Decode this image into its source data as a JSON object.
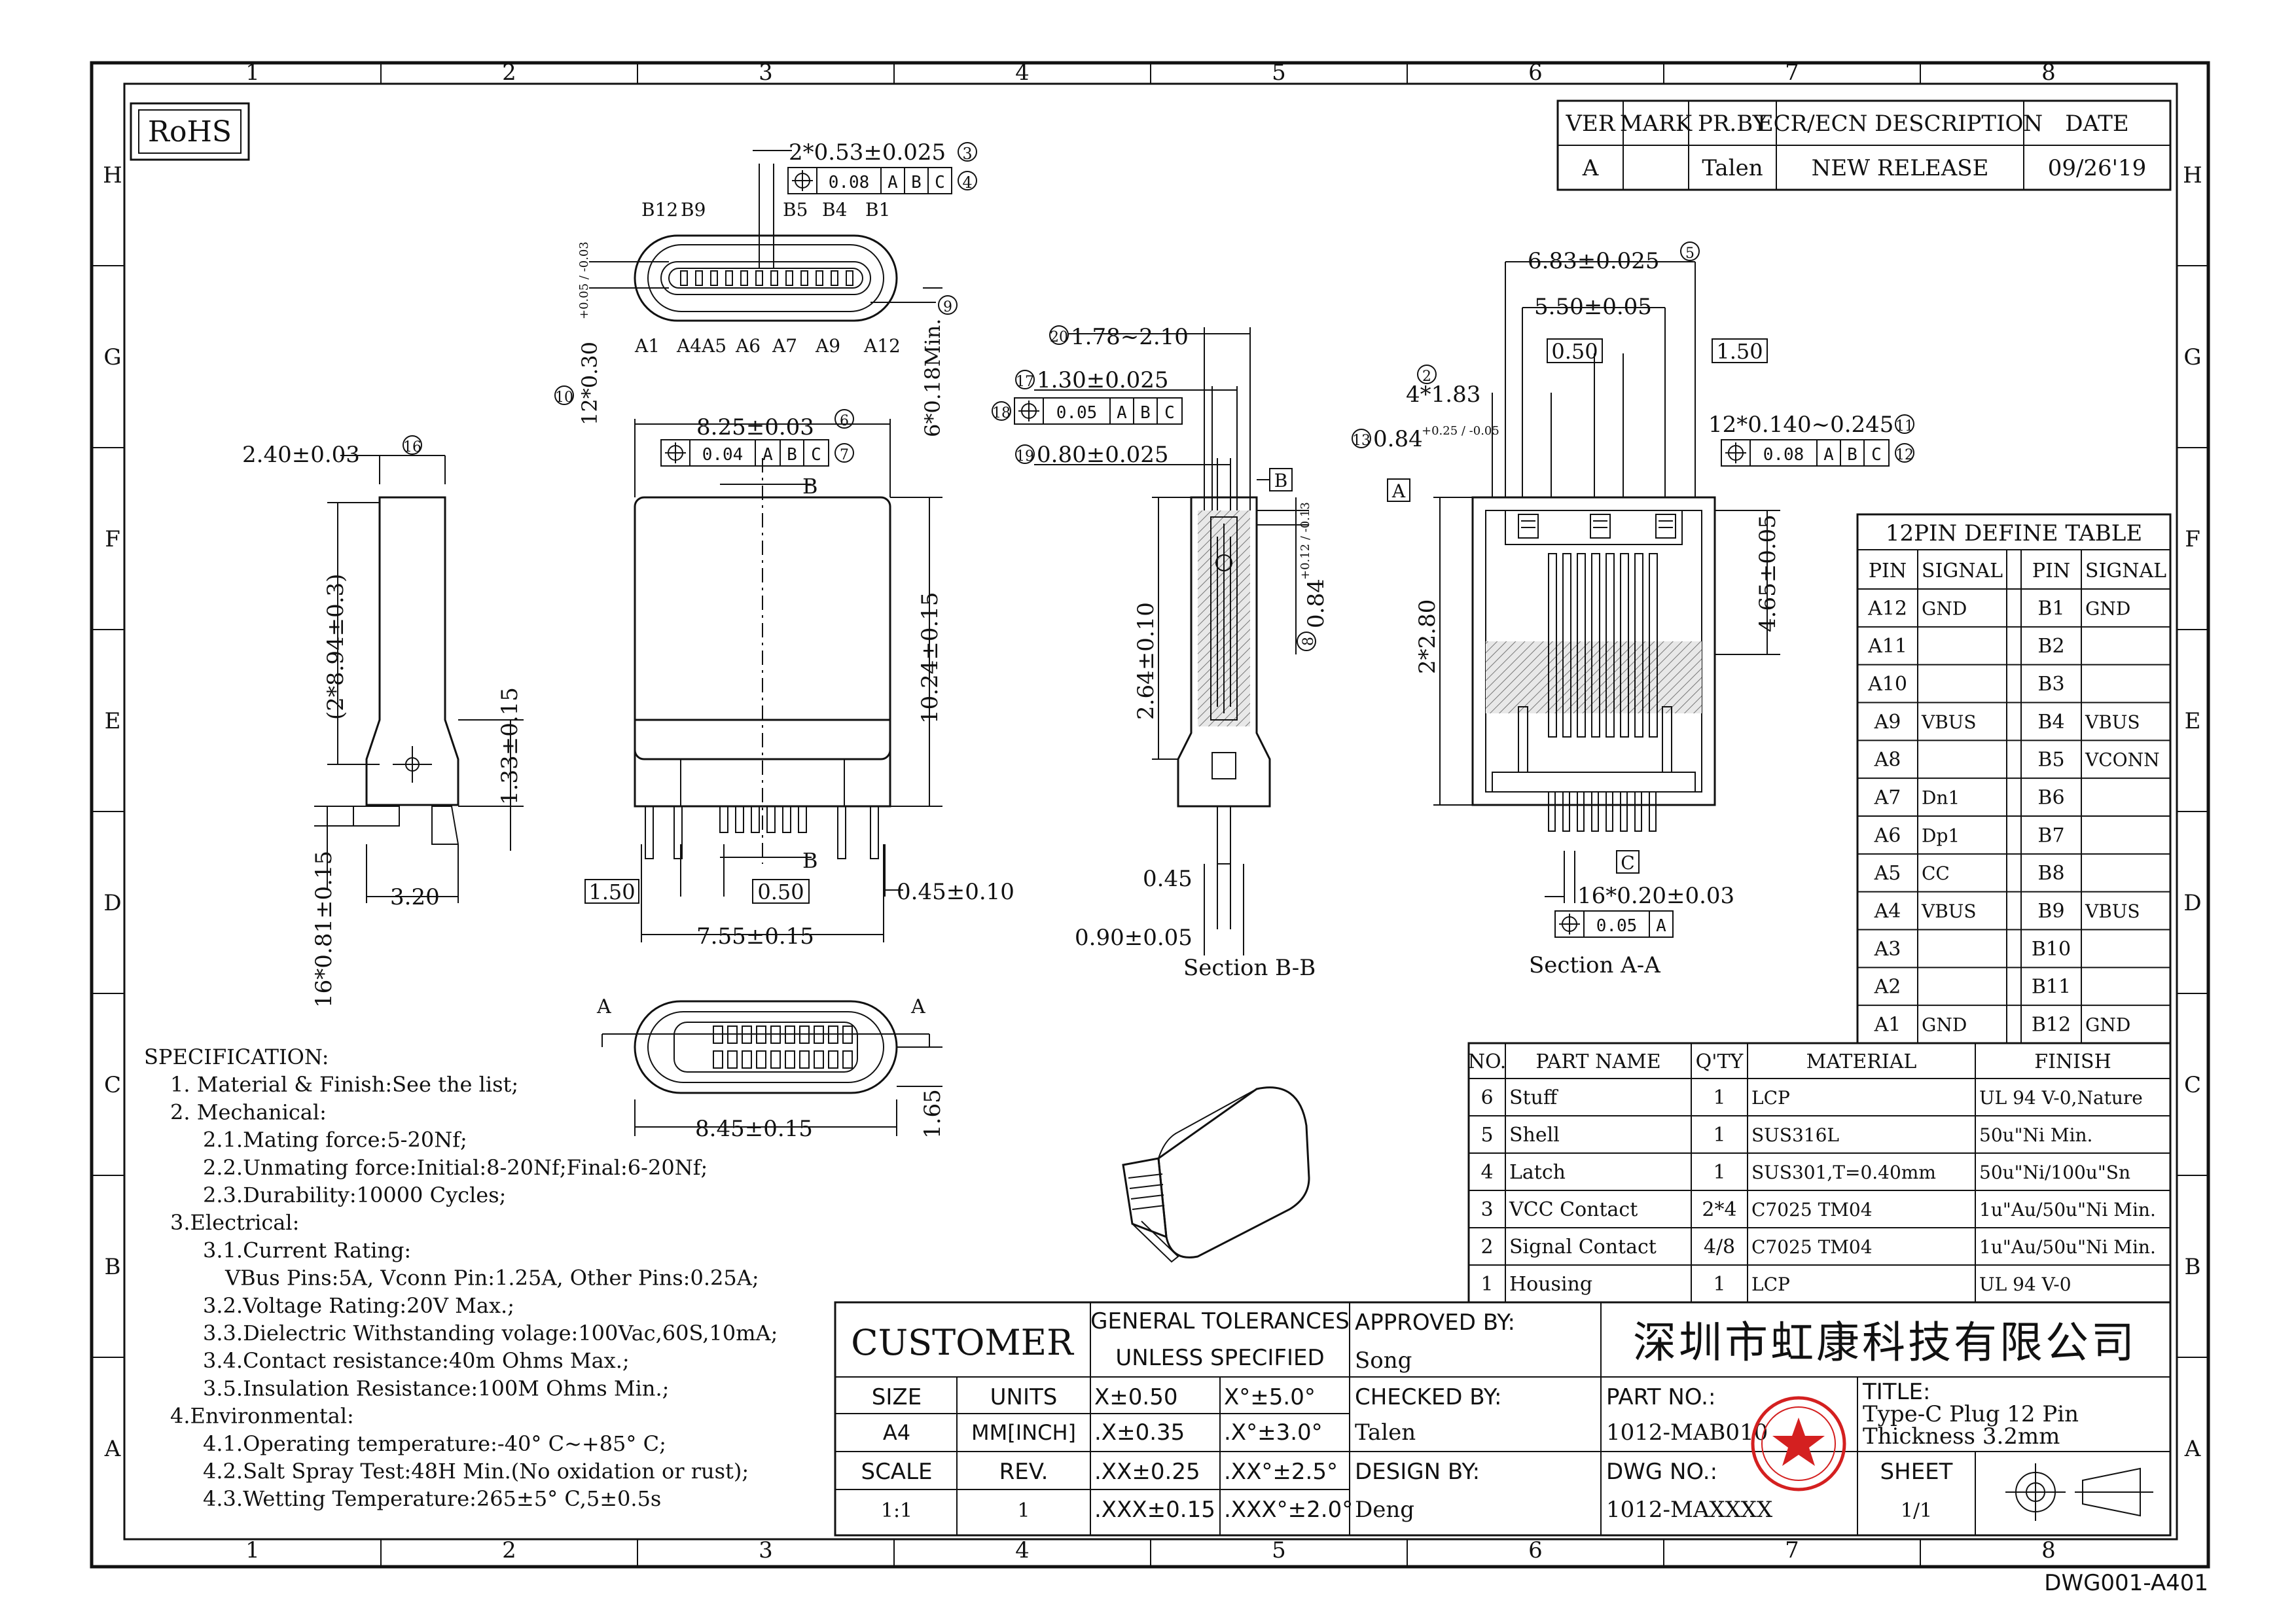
{
  "rohs": "RoHS",
  "zone_cols": [
    "1",
    "2",
    "3",
    "4",
    "5",
    "6",
    "7",
    "8"
  ],
  "zone_rows": [
    "H",
    "G",
    "F",
    "E",
    "D",
    "C",
    "B",
    "A"
  ],
  "revision": {
    "headers": [
      "VER",
      "MARK",
      "PR.BY",
      "ECR/ECN DESCRIPTION",
      "DATE"
    ],
    "row": [
      "A",
      "",
      "Talen",
      "NEW RELEASE",
      "09/26'19"
    ]
  },
  "dims": {
    "d1": "2*0.53±0.025",
    "d1_tag": "3",
    "fcf1": [
      "0.08",
      "A",
      "B",
      "C"
    ],
    "fcf1_tag": "4",
    "pins_top_b": [
      "B12",
      "B9",
      "B5",
      "B4",
      "B1"
    ],
    "pins_top_a": [
      "A1",
      "A4",
      "A5",
      "A6",
      "A7",
      "A9",
      "A12"
    ],
    "d10": "12*0.30",
    "d10_tol": "+0.05 / -0.03",
    "d10_tag": "10",
    "d9": "6*0.18Min.",
    "d9_tag": "9",
    "d6": "8.25±0.03",
    "d6_tag": "6",
    "fcf7": [
      "0.04",
      "A",
      "B",
      "C"
    ],
    "fcf7_tag": "7",
    "label_b": "B",
    "d10_24": "10.24±0.15",
    "d1_50": "1.50",
    "d0_50": "0.50",
    "d0_45": "0.45±0.10",
    "d7_55": "7.55±0.15",
    "d16": "2.40±0.03",
    "d16_tag": "16",
    "d2_894": "(2*8.94±0.3)",
    "d1_33": "1.33±0.15",
    "d3_20": "3.20",
    "d16_081": "16*0.81±0.15",
    "d20": "1.78~2.10",
    "d20_tag": "20",
    "d17": "1.30±0.025",
    "d17_tag": "17",
    "fcf18": [
      "0.05",
      "A",
      "B",
      "C"
    ],
    "fcf18_tag": "18",
    "d19": "0.80±0.025",
    "d19_tag": "19",
    "d2_64": "2.64±0.10",
    "d8": "0.84",
    "d8_tol": "+0.12 / -0.13",
    "d8_tag": "8",
    "d0_45b": "0.45",
    "d0_90": "0.90±0.05",
    "sec_bb": "Section B-B",
    "d5": "6.83±0.025",
    "d5_tag": "5",
    "d5_50": "5.50±0.05",
    "d0_50b": "0.50",
    "d1_50b": "1.50",
    "d2": "4*1.83",
    "d2_tag": "2",
    "d13": "0.84",
    "d13_tol": "+0.25 / -0.05",
    "d13_tag": "13",
    "d11": "12*0.140~0.245",
    "d11_tag": "11",
    "fcf12": [
      "0.08",
      "A",
      "B",
      "C"
    ],
    "fcf12_tag": "12",
    "datum_a": "A",
    "d2_80": "2*2.80",
    "d4_65": "4.65±0.05",
    "datum_c": "C",
    "d16_020": "16*0.20±0.03",
    "fcf_c": [
      "0.05",
      "A"
    ],
    "sec_aa": "Section A-A",
    "d8_45": "8.45±0.15",
    "d1_65": "1.65",
    "label_a": "A"
  },
  "pin_table": {
    "title": "12PIN DEFINE TABLE",
    "headers": [
      "PIN",
      "SIGNAL",
      "PIN",
      "SIGNAL"
    ],
    "rows": [
      [
        "A12",
        "GND",
        "B1",
        "GND"
      ],
      [
        "A11",
        "",
        "B2",
        ""
      ],
      [
        "A10",
        "",
        "B3",
        ""
      ],
      [
        "A9",
        "VBUS",
        "B4",
        "VBUS"
      ],
      [
        "A8",
        "",
        "B5",
        "VCONN"
      ],
      [
        "A7",
        "Dn1",
        "B6",
        ""
      ],
      [
        "A6",
        "Dp1",
        "B7",
        ""
      ],
      [
        "A5",
        "CC",
        "B8",
        ""
      ],
      [
        "A4",
        "VBUS",
        "B9",
        "VBUS"
      ],
      [
        "A3",
        "",
        "B10",
        ""
      ],
      [
        "A2",
        "",
        "B11",
        ""
      ],
      [
        "A1",
        "GND",
        "B12",
        "GND"
      ]
    ]
  },
  "parts": {
    "headers": [
      "NO.",
      "PART NAME",
      "Q'TY",
      "MATERIAL",
      "FINISH"
    ],
    "rows": [
      [
        "6",
        "Stuff",
        "1",
        "LCP",
        "UL 94 V-0,Nature"
      ],
      [
        "5",
        "Shell",
        "1",
        "SUS316L",
        "50u\"Ni Min."
      ],
      [
        "4",
        "Latch",
        "1",
        "SUS301,T=0.40mm",
        "50u\"Ni/100u\"Sn"
      ],
      [
        "3",
        "VCC Contact",
        "2*4",
        "C7025 TM04",
        "1u\"Au/50u\"Ni Min."
      ],
      [
        "2",
        "Signal Contact",
        "4/8",
        "C7025 TM04",
        "1u\"Au/50u\"Ni Min."
      ],
      [
        "1",
        "Housing",
        "1",
        "LCP",
        "UL 94 V-0"
      ]
    ]
  },
  "spec": [
    "SPECIFICATION:",
    "1. Material & Finish:See the list;",
    "2. Mechanical:",
    "2.1.Mating force:5-20Nf;",
    "2.2.Unmating force:Initial:8-20Nf;Final:6-20Nf;",
    "2.3.Durability:10000 Cycles;",
    "3.Electrical:",
    "3.1.Current Rating:",
    "VBus Pins:5A, Vconn Pin:1.25A, Other Pins:0.25A;",
    "3.2.Voltage Rating:20V Max.;",
    "3.3.Dielectric Withstanding volage:100Vac,60S,10mA;",
    "3.4.Contact resistance:40m Ohms Max.;",
    "3.5.Insulation Resistance:100M Ohms Min.;",
    "4.Environmental:",
    "4.1.Operating temperature:-40° C~+85° C;",
    "4.2.Salt Spray Test:48H Min.(No oxidation or rust);",
    "4.3.Wetting Temperature:265±5° C,5±0.5s"
  ],
  "title_block": {
    "customer": "CUSTOMER",
    "gen_tol_1": "GENERAL TOLERANCES",
    "gen_tol_2": "UNLESS SPECIFIED",
    "size_label": "SIZE",
    "size_value": "A4",
    "units_label": "UNITS",
    "units_value": "MM[INCH]",
    "scale_label": "SCALE",
    "scale_value": "1:1",
    "rev_label": "REV.",
    "rev_value": "1",
    "tol_lin": [
      "X±0.50",
      ".X±0.35",
      ".XX±0.25",
      ".XXX±0.15"
    ],
    "tol_ang": [
      "X°±5.0°",
      ".X°±3.0°",
      ".XX°±2.5°",
      ".XXX°±2.0°"
    ],
    "approved_label": "APPROVED BY:",
    "approved_value": "Song",
    "checked_label": "CHECKED BY:",
    "checked_value": "Talen",
    "design_label": "DESIGN BY:",
    "design_value": "Deng",
    "company": "深圳市虹康科技有限公司",
    "partno_label": "PART NO.:",
    "partno_value": "1012-MAB010",
    "dwgno_label": "DWG NO.:",
    "dwgno_value": "1012-MAXXXX",
    "title_label": "TITLE:",
    "title_l1": "Type-C Plug 12 Pin",
    "title_l2": "Thickness 3.2mm",
    "sheet_label": "SHEET",
    "sheet_value": "1/1"
  },
  "dwg_code": "DWG001-A401",
  "colors": {
    "ink": "#111111",
    "stamp": "#d42020"
  }
}
